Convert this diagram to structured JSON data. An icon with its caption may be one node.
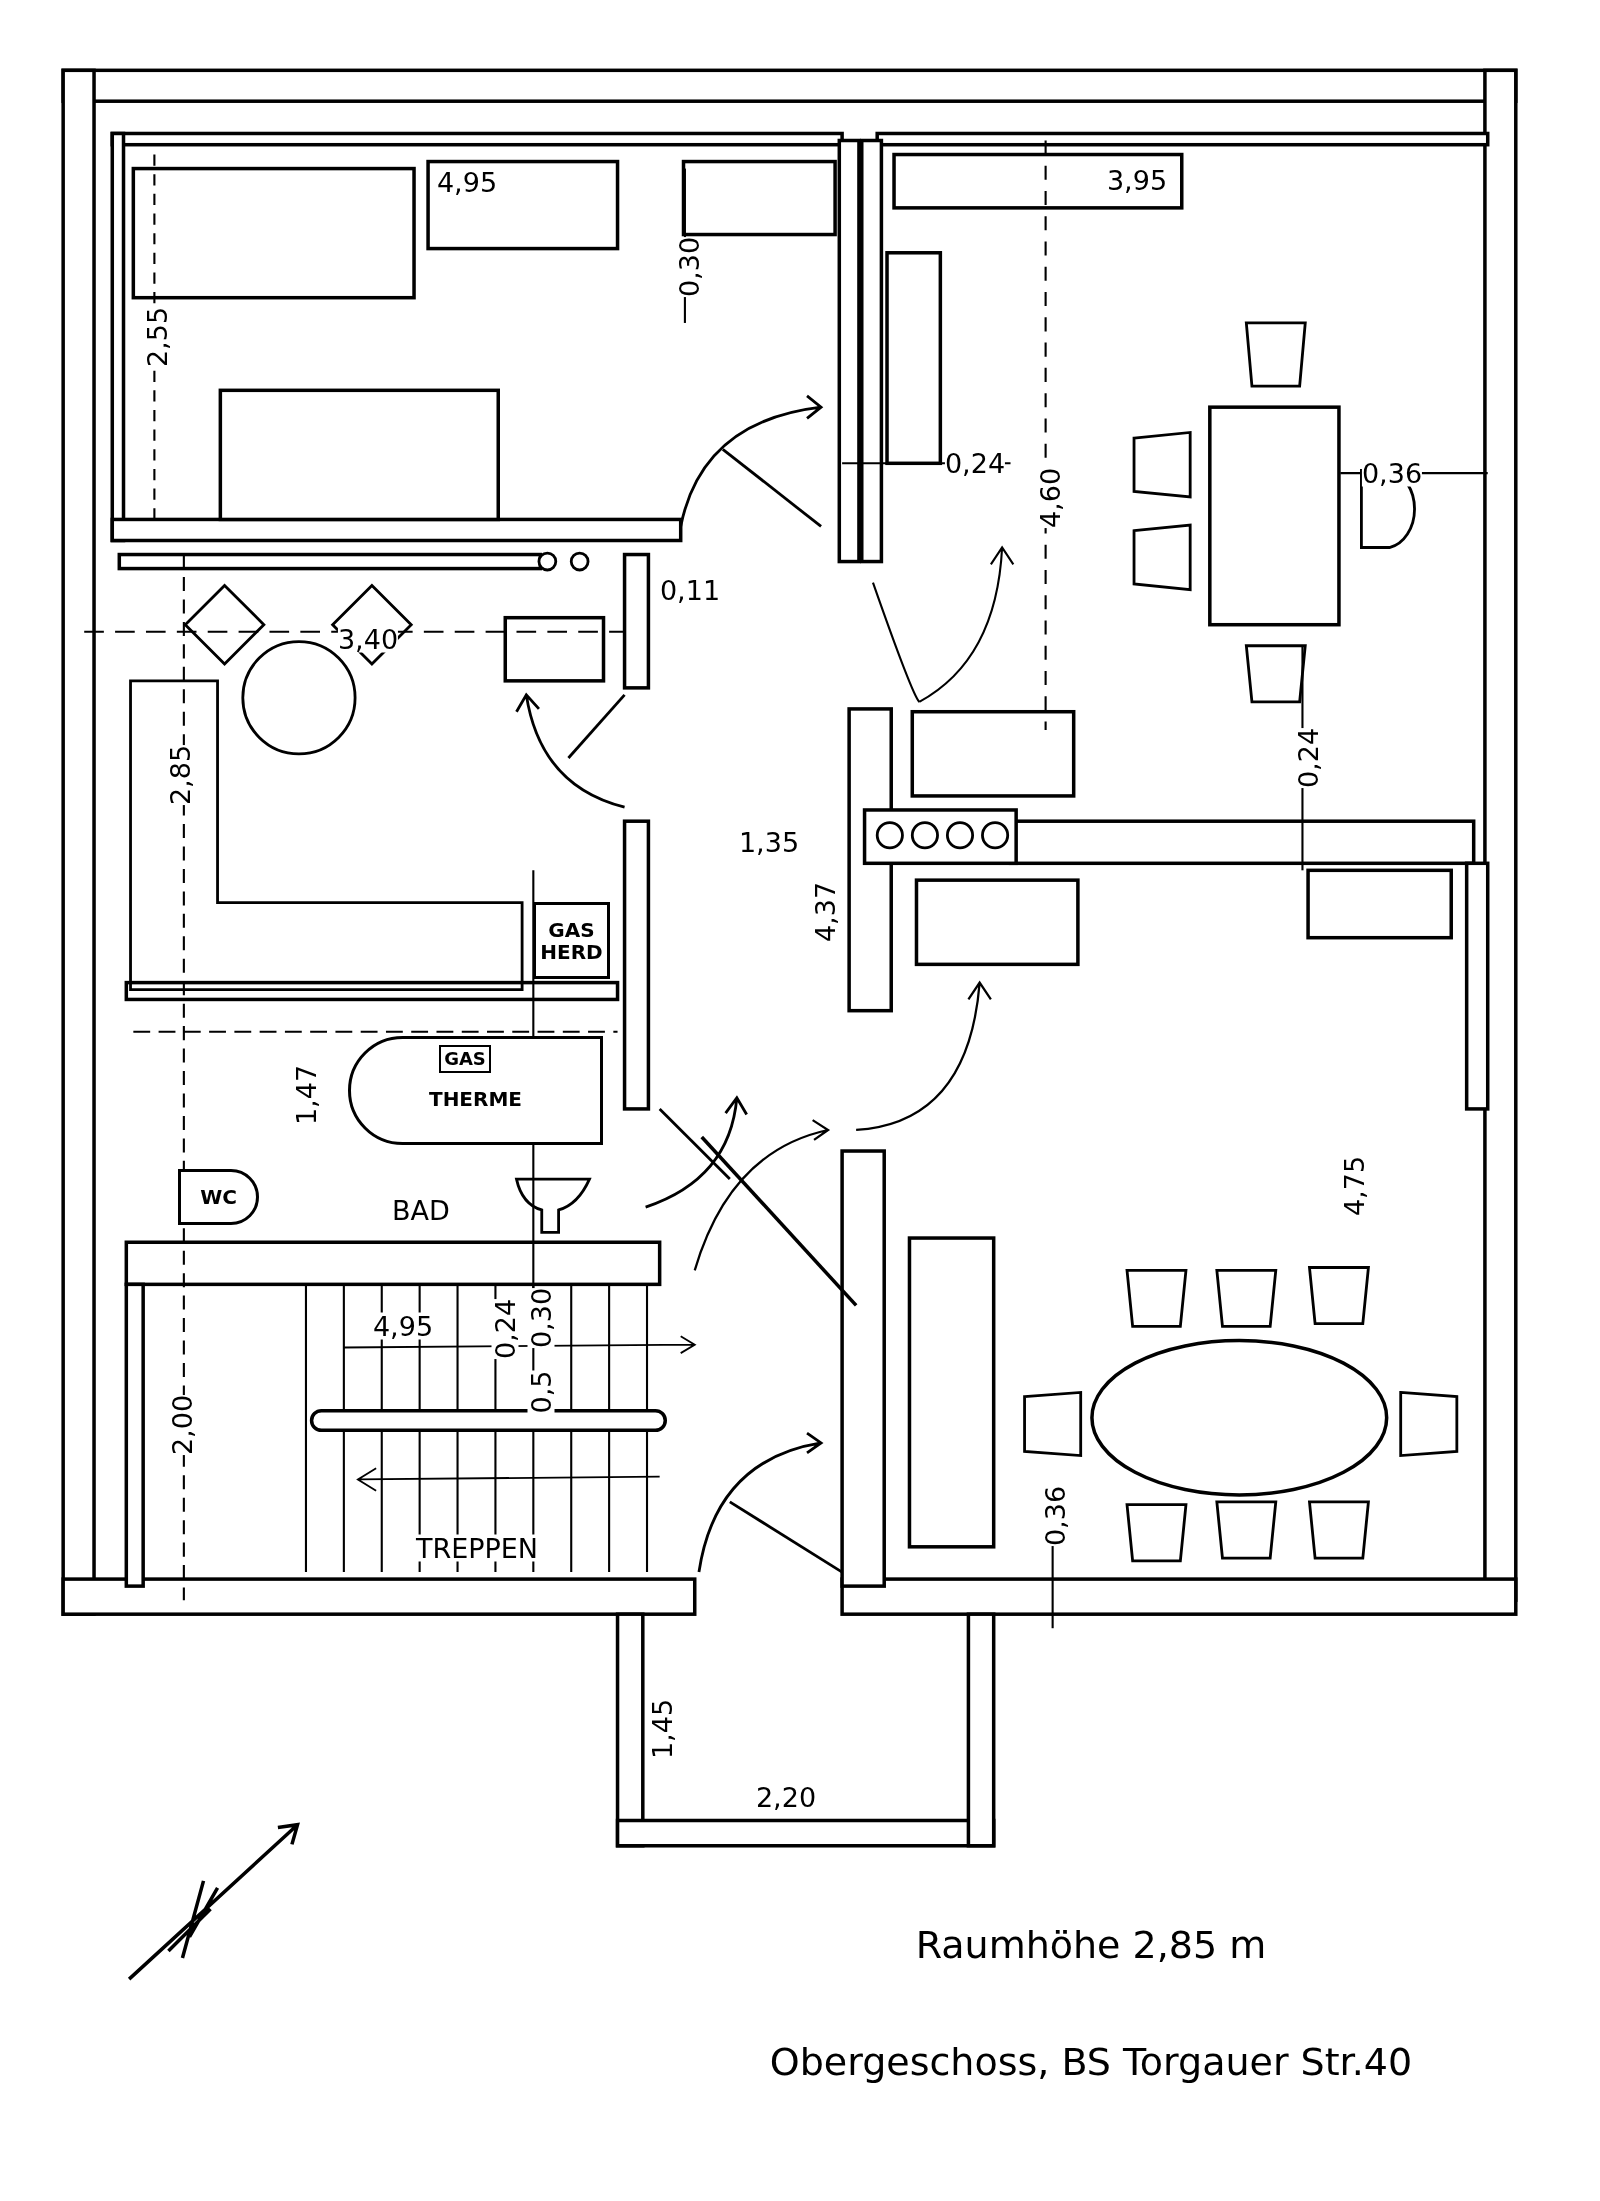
{
  "diagram": {
    "caption": "Obergeschoss, BS Torgauer Str.40",
    "nodes": [
      {
        "text": [
          "GAS HERD"
        ]
      },
      {
        "text": [
          "THERME"
        ]
      },
      {
        "text": [
          "GAS"
        ],
        "in": 1
      },
      {
        "text": [
          "WC"
        ]
      }
    ],
    "labels": [
      "4,95",
      "3,95",
      "0,30",
      "2,55",
      "0,24",
      "4,60",
      "0,36",
      "0,11",
      "3,40",
      "0,24",
      "2,85",
      "1,35",
      "4,37",
      "1,47",
      "4,75",
      "BAD",
      "4,95",
      "0,24",
      "0,30",
      "0,5",
      "2,00",
      "TREPPEN",
      "0,36",
      "1,45",
      "2,20",
      "Raumhöhe 2,85 m"
    ]
  }
}
